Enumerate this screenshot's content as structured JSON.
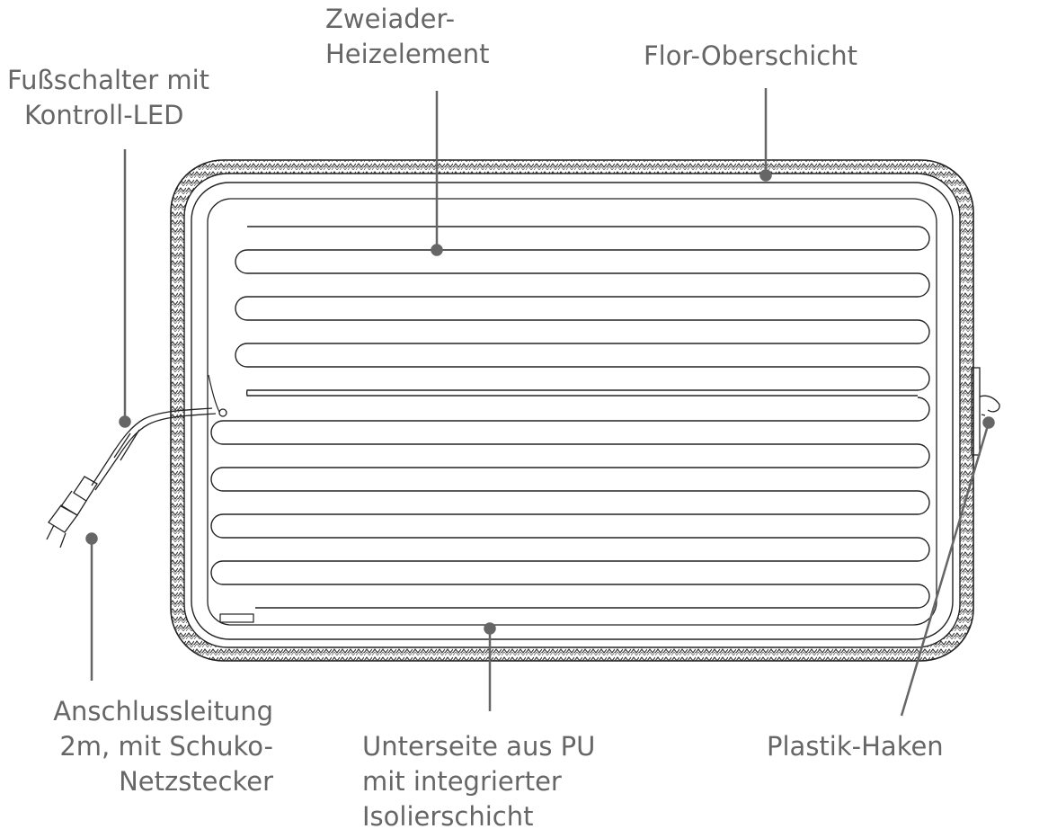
{
  "labels": {
    "heating_element": [
      "Zweiader-",
      "Heizelement"
    ],
    "top_layer": [
      "Flor-Oberschicht"
    ],
    "foot_switch": [
      "Fußschalter mit",
      "Kontroll-LED"
    ],
    "cable": [
      "Anschlussleitung",
      "2m, mit Schuko-",
      "Netzstecker"
    ],
    "underside": [
      "Unterseite aus PU",
      "mit integrierter",
      "Isolierschicht"
    ],
    "hook": [
      "Plastik-Haken"
    ]
  },
  "colors": {
    "text": "#666666",
    "leader": "#666666",
    "drawing": "#222222"
  }
}
